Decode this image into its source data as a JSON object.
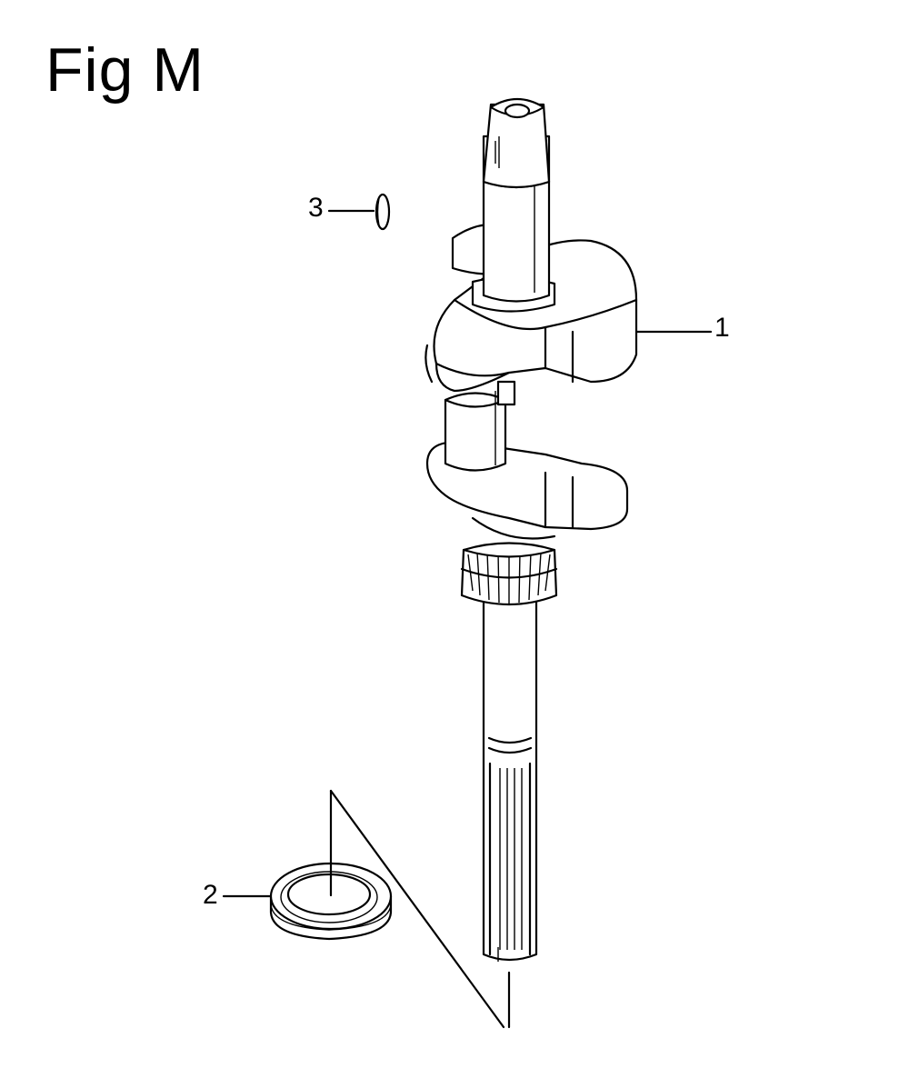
{
  "figure": {
    "title": "Fig M",
    "callouts": [
      {
        "number": "1",
        "part": "crankshaft"
      },
      {
        "number": "2",
        "part": "oil seal"
      },
      {
        "number": "3",
        "part": "key"
      }
    ]
  }
}
